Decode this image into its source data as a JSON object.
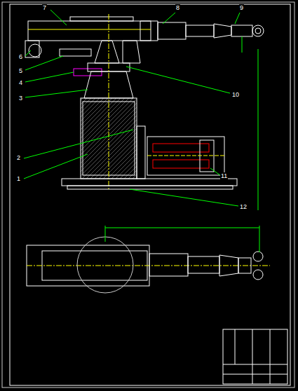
{
  "diagram": {
    "labels": [
      "7",
      "8",
      "9",
      "6",
      "5",
      "4",
      "3",
      "10",
      "2",
      "1",
      "11",
      "12"
    ]
  }
}
